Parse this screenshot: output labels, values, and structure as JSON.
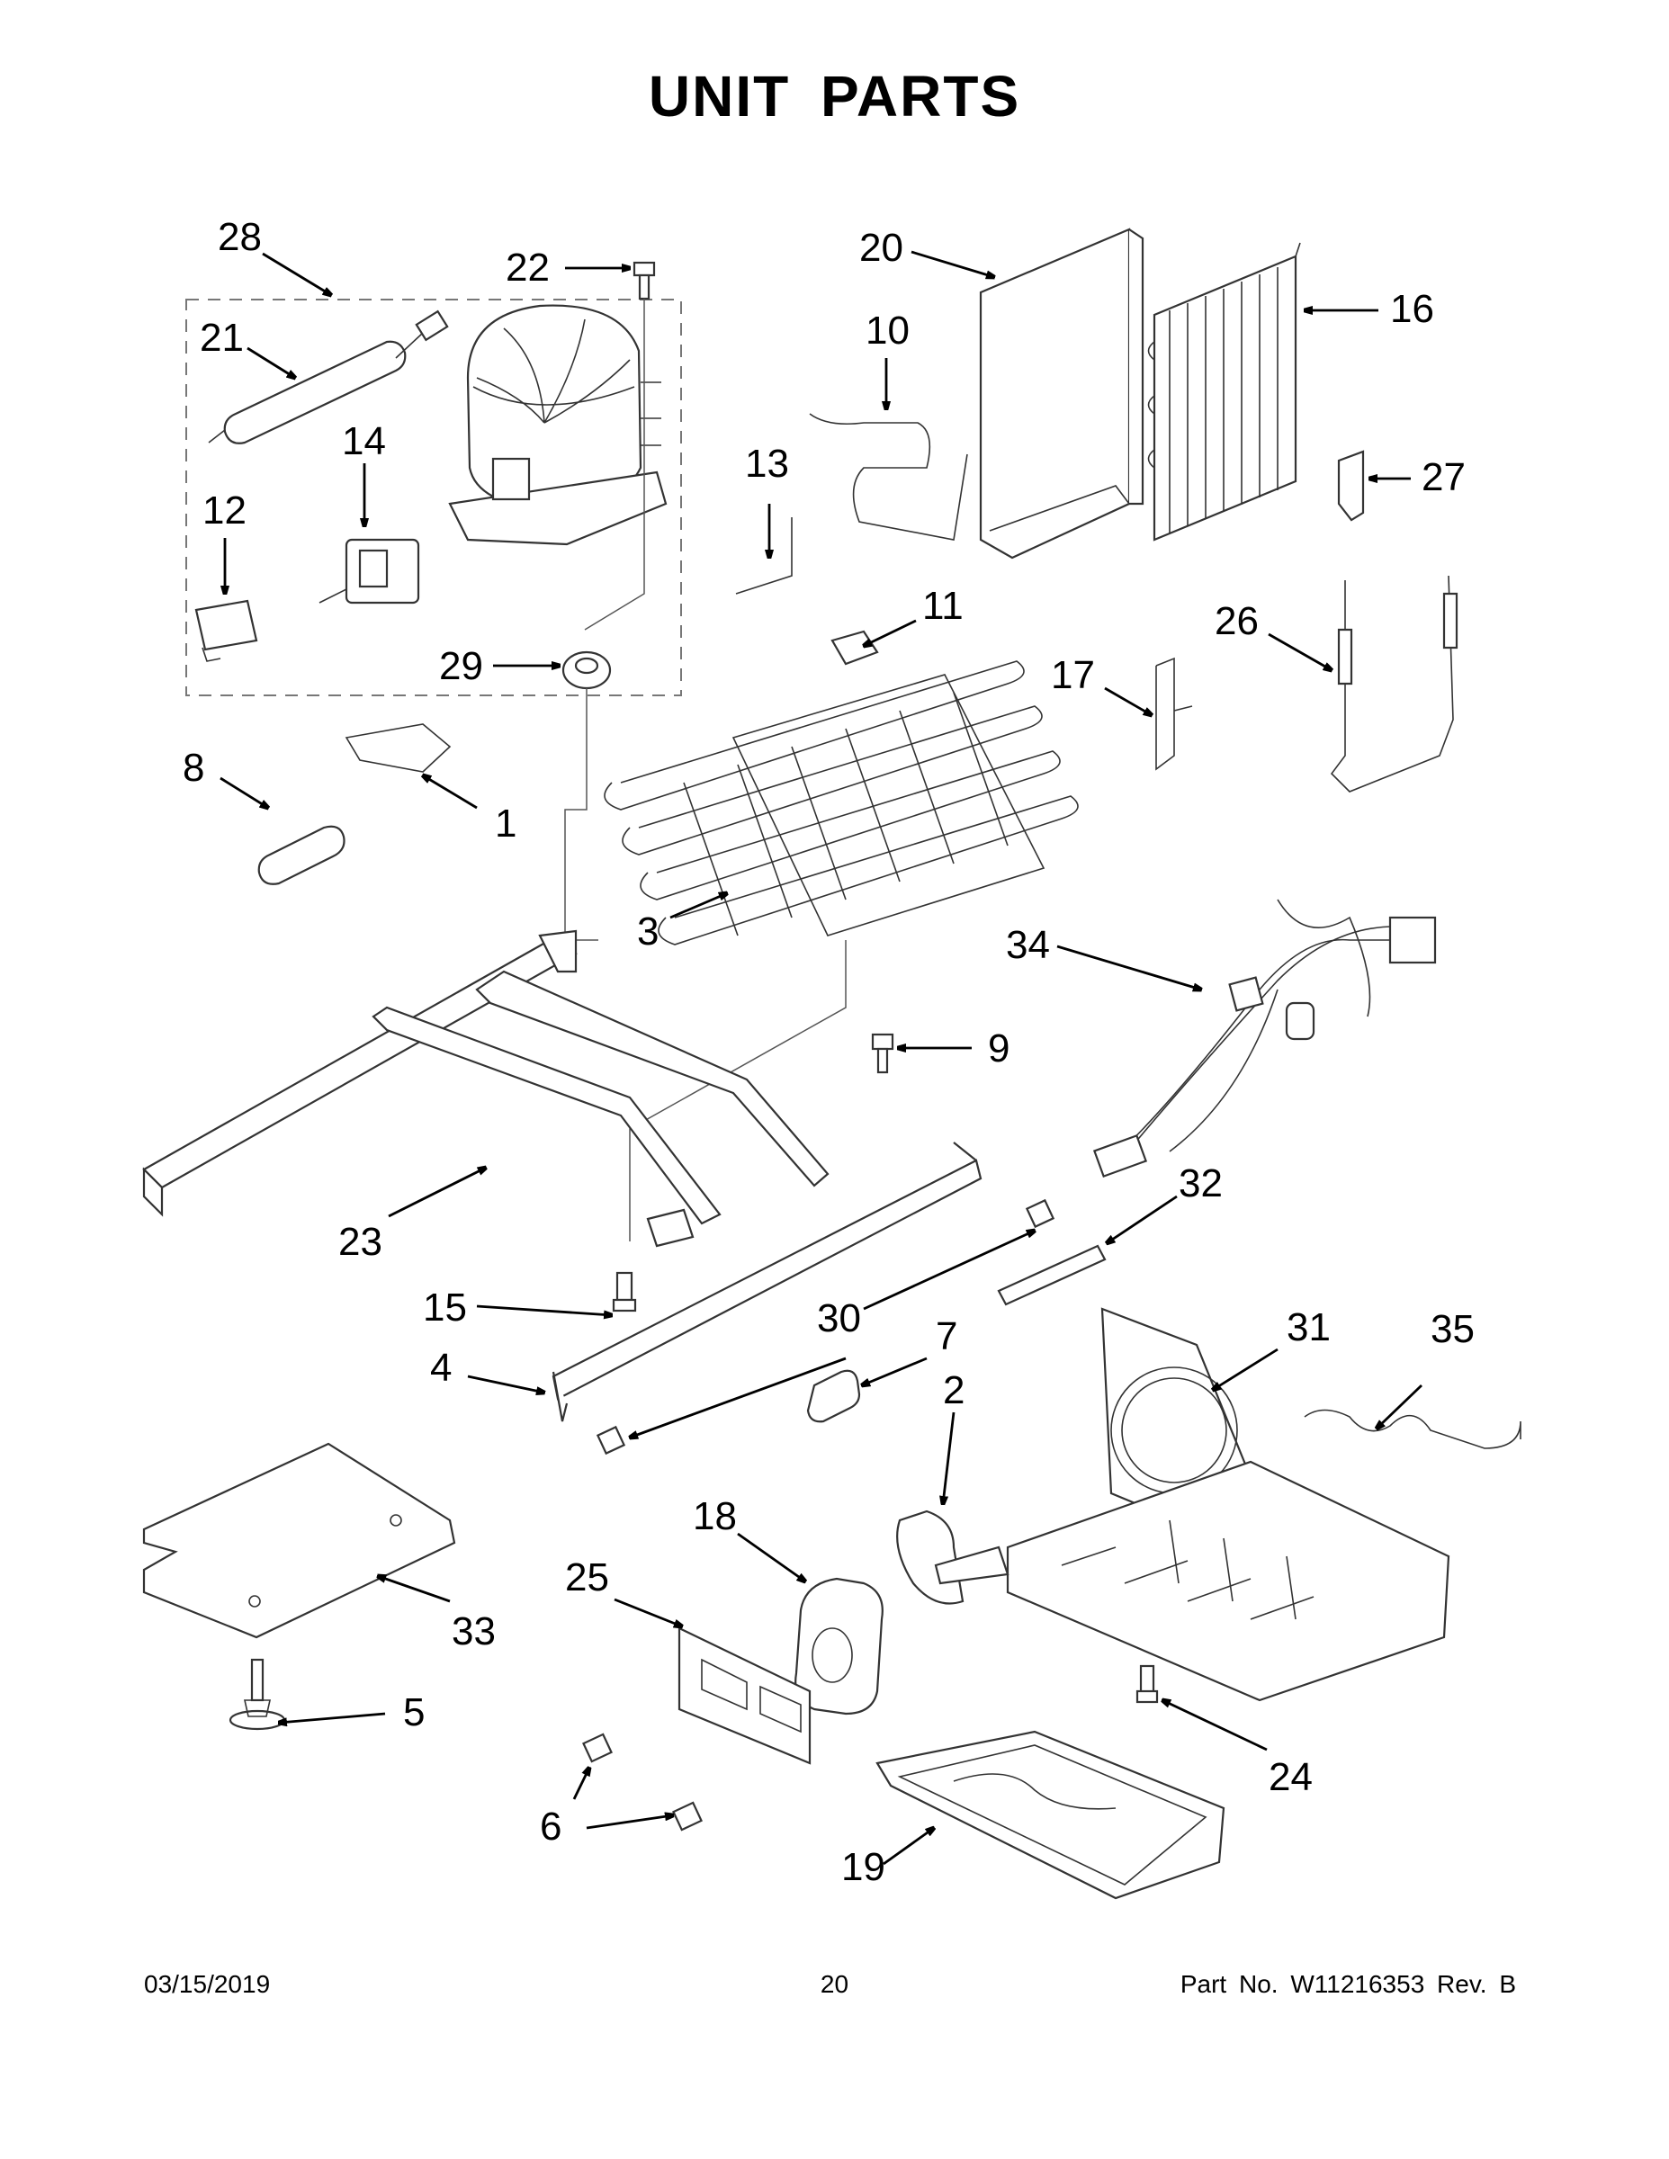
{
  "header": {
    "title": "UNIT PARTS"
  },
  "callouts": [
    "1",
    "2",
    "3",
    "4",
    "5",
    "6",
    "7",
    "8",
    "9",
    "10",
    "11",
    "12",
    "13",
    "14",
    "15",
    "16",
    "17",
    "18",
    "19",
    "20",
    "21",
    "22",
    "23",
    "24",
    "25",
    "26",
    "27",
    "28",
    "29",
    "30",
    "31",
    "32",
    "33",
    "34",
    "35"
  ],
  "footer": {
    "date": "03/15/2019",
    "page": "20",
    "part_number": "Part No.  W11216353  Rev.  B"
  }
}
